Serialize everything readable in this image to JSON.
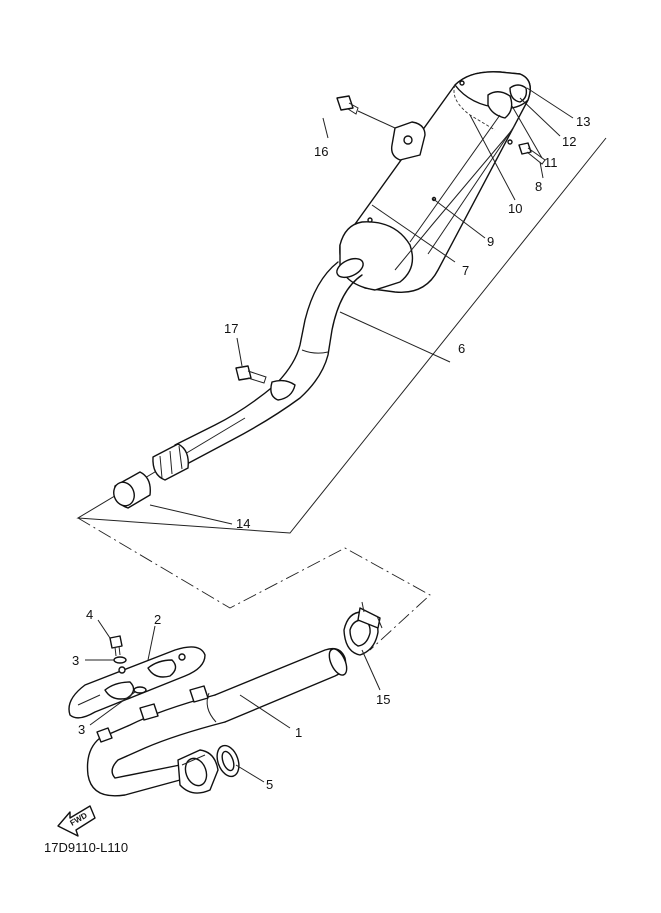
{
  "diagram_code": "17D9110-L110",
  "fwd_label": "FWD",
  "callouts": {
    "p1": "1",
    "p2": "2",
    "p3a": "3",
    "p3b": "3",
    "p4": "4",
    "p5": "5",
    "p6": "6",
    "p7": "7",
    "p8": "8",
    "p9": "9",
    "p10": "10",
    "p11": "11",
    "p12": "12",
    "p13": "13",
    "p14": "14",
    "p15": "15",
    "p16": "16",
    "p17": "17"
  }
}
